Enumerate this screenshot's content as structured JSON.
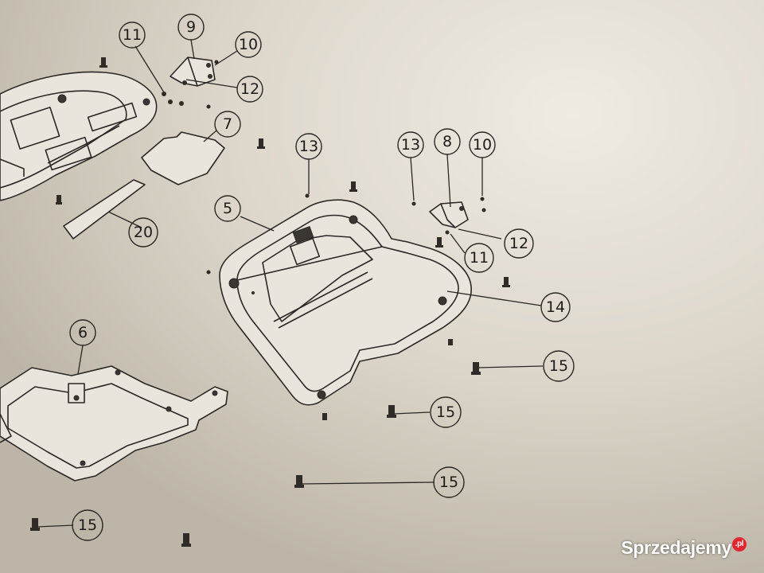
{
  "diagram": {
    "callouts": [
      {
        "id": "c11a",
        "label": "11"
      },
      {
        "id": "c9",
        "label": "9"
      },
      {
        "id": "c10a",
        "label": "10"
      },
      {
        "id": "c12a",
        "label": "12"
      },
      {
        "id": "c7",
        "label": "7"
      },
      {
        "id": "c13a",
        "label": "13"
      },
      {
        "id": "c13b",
        "label": "13"
      },
      {
        "id": "c8",
        "label": "8"
      },
      {
        "id": "c10b",
        "label": "10"
      },
      {
        "id": "c5",
        "label": "5"
      },
      {
        "id": "c20",
        "label": "20"
      },
      {
        "id": "c12b",
        "label": "12"
      },
      {
        "id": "c11b",
        "label": "11"
      },
      {
        "id": "c14",
        "label": "14"
      },
      {
        "id": "c6",
        "label": "6"
      },
      {
        "id": "c15a",
        "label": "15"
      },
      {
        "id": "c15b",
        "label": "15"
      },
      {
        "id": "c15c",
        "label": "15"
      },
      {
        "id": "c15d",
        "label": "15"
      }
    ]
  },
  "watermark": {
    "text": "Sprzedajemy",
    "badge": ".pl"
  },
  "colors": {
    "paper": "#d6d0c4",
    "ink": "#2b2825",
    "badge": "#e0262e"
  }
}
